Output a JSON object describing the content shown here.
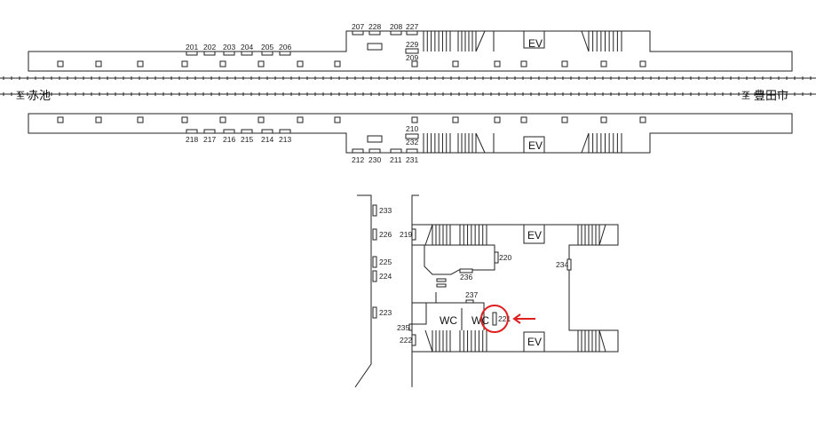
{
  "directions": {
    "left_prefix": "至",
    "left": "赤池",
    "right_prefix": "至",
    "right": "豊田市"
  },
  "upper_platform": {
    "top_labels": [
      "201",
      "202",
      "203",
      "204",
      "205",
      "206"
    ],
    "top_center_labels": [
      "207",
      "228",
      "208",
      "227"
    ],
    "top_side_labels": [
      "229",
      "209"
    ],
    "bottom_labels": [
      "218",
      "217",
      "216",
      "215",
      "214",
      "213"
    ],
    "bottom_side_labels": [
      "210",
      "232"
    ],
    "bottom_center_labels": [
      "212",
      "230",
      "211",
      "231"
    ],
    "ev": "EV"
  },
  "concourse": {
    "left_wall_labels": [
      "233",
      "226",
      "225",
      "224",
      "223"
    ],
    "labels": {
      "l219": "219",
      "l220": "220",
      "l236": "236",
      "l237": "237",
      "l234": "234",
      "l235": "235",
      "l222": "222",
      "l221": "221"
    },
    "wc": "WC",
    "ev": "EV"
  },
  "highlight_color": "#e02020"
}
